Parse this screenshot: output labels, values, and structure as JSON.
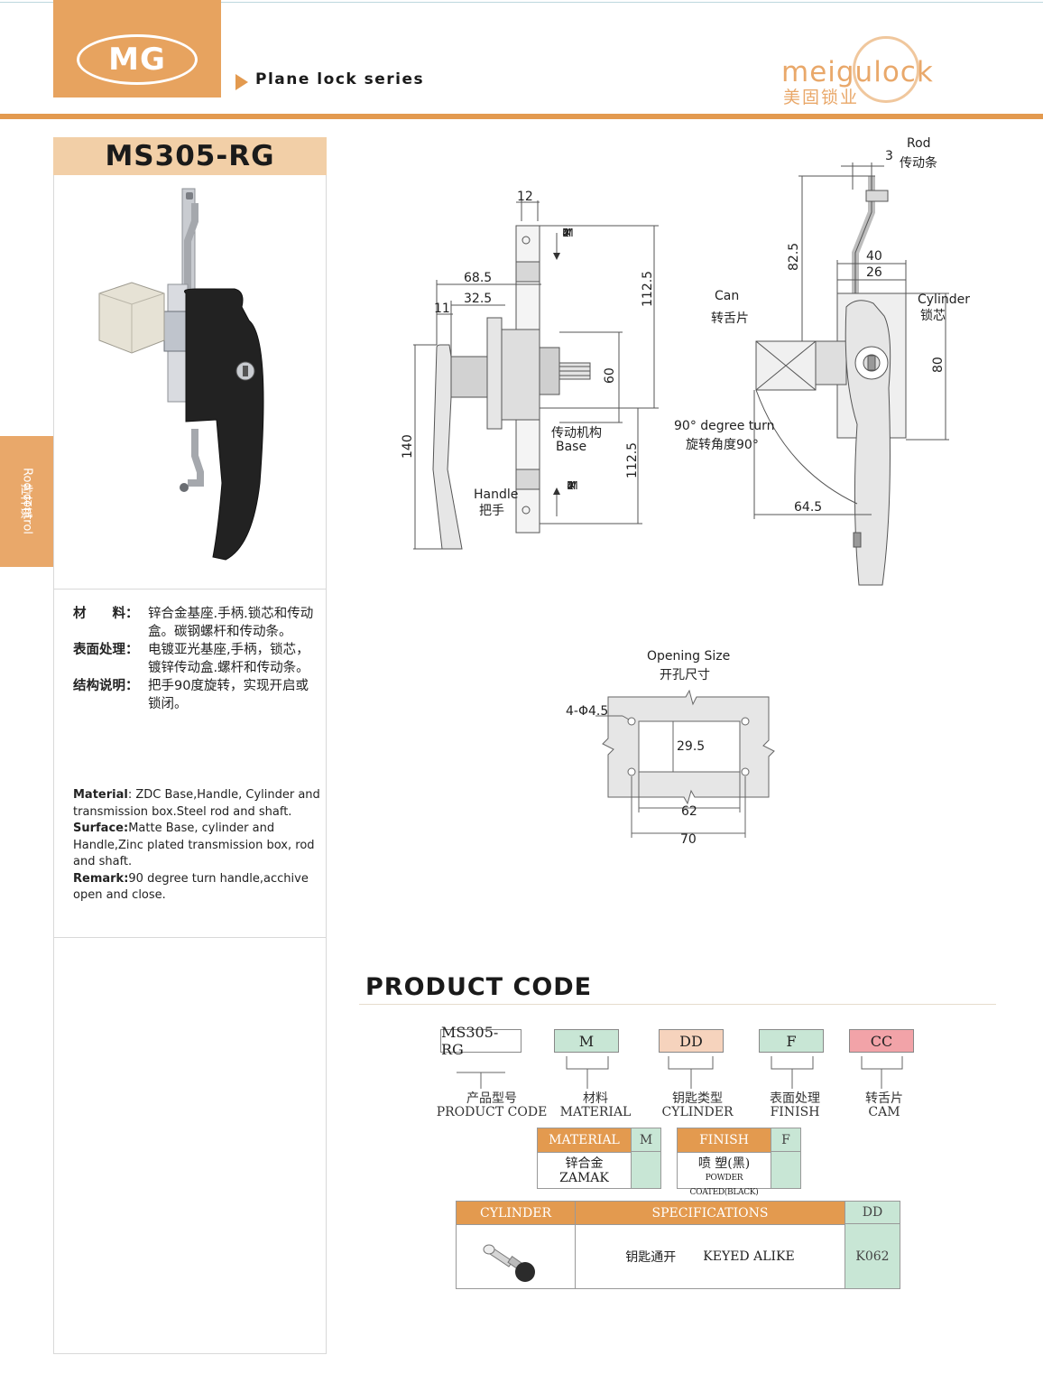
{
  "header": {
    "logo_text": "MG",
    "series": "Plane lock series",
    "brand": "meigulock",
    "brand_cn": "美固锁业"
  },
  "side_tab": {
    "label_en": "Rod control",
    "label_cn": "拉杆锁"
  },
  "product": {
    "model": "MS305-RG"
  },
  "specs_cn": [
    {
      "key": "材　　料：",
      "value": "锌合金基座.手柄.锁芯和传动盒。碳钢螺杆和传动条。"
    },
    {
      "key": "表面处理：",
      "value": "电镀亚光基座,手柄，锁芯，镀锌传动盒.螺杆和传动条。"
    },
    {
      "key": "结构说明：",
      "value": "把手90度旋转，实现开启或锁闭。"
    }
  ],
  "specs_en": [
    {
      "key": "Material",
      "value": ": ZDC Base,Handle,  Cylinder and transmission box.Steel rod and shaft."
    },
    {
      "key": "Surface:",
      "value": "Matte Base,  cylinder and Handle,Zinc plated transmission box, rod and shaft."
    },
    {
      "key": "Remark:",
      "value": "90 degree turn handle,acchive open and close."
    }
  ],
  "drawing_labels": {
    "d12": "12",
    "d68_5": "68.5",
    "d32_5": "32.5",
    "d11": "11",
    "d140": "140",
    "d112_5a": "112.5",
    "d112_5b": "112.5",
    "d60": "60",
    "m4a": "2 4 M M",
    "m4b": "2 4 M M",
    "base_cn": "传动机构",
    "base_en": "Base",
    "handle_en": "Handle",
    "handle_cn": "把手",
    "rod_en": "Rod",
    "rod_cn": "传动条",
    "d3": "3",
    "d82_5": "82.5",
    "d40": "40",
    "d26": "26",
    "can_en": "Can",
    "can_cn": "转舌片",
    "cyl_en": "Cylinder",
    "cyl_cn": "锁芯",
    "d80": "80",
    "turn_en": "90°  degree turn",
    "turn_cn": "旋转角度90°",
    "d64_5": "64.5",
    "open_en": "Opening Size",
    "open_cn": "开孔尺寸",
    "holes": "4-Φ4.5",
    "d29_5": "29.5",
    "d62": "62",
    "d70": "70"
  },
  "product_code": {
    "title": "PRODUCT CODE",
    "boxes": [
      {
        "code": "MS305-RG",
        "label_cn": "产品型号",
        "label_en": "PRODUCT CODE",
        "color": "#ffffff"
      },
      {
        "code": "M",
        "label_cn": "材料",
        "label_en": "MATERIAL",
        "color": "#c8e6d5"
      },
      {
        "code": "DD",
        "label_cn": "钥匙类型",
        "label_en": "CYLINDER",
        "color": "#f6d3bd"
      },
      {
        "code": "F",
        "label_cn": "表面处理",
        "label_en": "FINISH",
        "color": "#c8e6d5"
      },
      {
        "code": "CC",
        "label_cn": "转舌片",
        "label_en": "CAM",
        "color": "#f2a3a8"
      }
    ],
    "material_table": {
      "header": "MATERIAL",
      "code": "M",
      "value_cn": "锌合金",
      "value_en": "ZAMAK"
    },
    "finish_table": {
      "header": "FINISH",
      "code": "F",
      "value_cn": "喷  塑(黑)",
      "value_en": "POWDER COATED(BLACK)"
    },
    "cylinder_table": {
      "h1": "CYLINDER",
      "h2": "SPECIFICATIONS",
      "h3": "DD",
      "spec_cn": "钥匙通开",
      "spec_en": "KEYED ALIKE",
      "code": "K062"
    }
  }
}
